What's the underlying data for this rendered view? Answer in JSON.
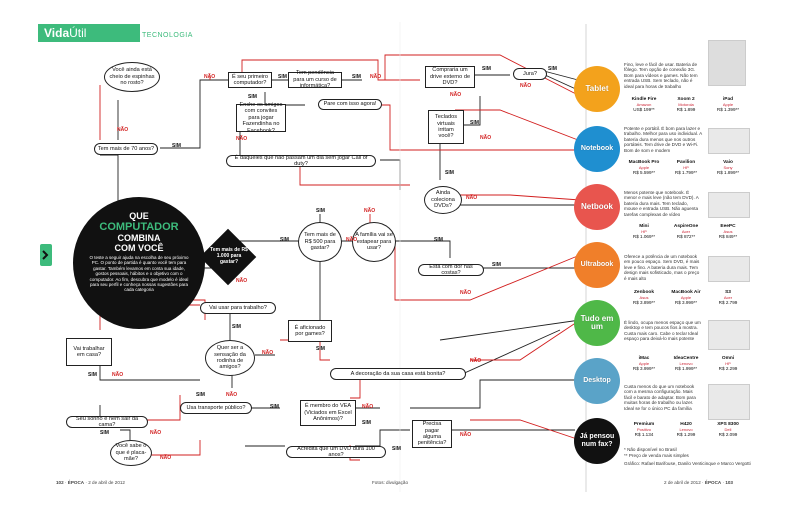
{
  "header": {
    "section": "VidaÚtil",
    "section_bold": "Vida",
    "section_light": "Útil",
    "category": "TECNOLOGIA"
  },
  "intro": {
    "title_1": "QUE",
    "title_2": "COMPUTADOR",
    "title_3": "COMBINA",
    "title_4": "COM VOCÊ",
    "body": "O teste a seguir ajuda na escolha de seu próximo PC. O ponto de partida é quanto você tem para gastar. Também levamos em conta sua idade, gostos pessoais, hábitos e o objetivo com o computador. Ao fim, descubra que modelo é ideal para seu perfil e conheça nossas sugestões para cada categoria"
  },
  "questions": {
    "q_budget": "Tem mais de R$ 1.000 para gastar?",
    "q_spots": "Você ainda está cheio de espinhas no rosto?",
    "q_70": "Tem mais de 70 anos?",
    "q_first": "É seu primeiro computador?",
    "q_course": "Tem pendência para um curso de informática?",
    "q_tired": "Pare com isso agora!",
    "q_farmville": "Enche os amigos com convites para jogar Fazendinha no Facebook?",
    "q_callofduty": "É daqueles que não passam um dia sem jogar Call of duty?",
    "q_drive": "Compraria um drive externo de DVD?",
    "q_sure": "Jura?",
    "q_keyboard": "Teclados virtuais irritam você?",
    "q_dvdcollect": "Ainda coleciona DVDs?",
    "q_500": "Tem mais de R$ 500 para gastar?",
    "q_family": "A família vai se estapear para usar?",
    "q_back": "Está com dor nas costas?",
    "q_work": "Vai usar para trabalho?",
    "q_games": "É aficionado por games?",
    "q_home": "Vai trabalhar em casa?",
    "q_rodinha": "Quer ser a sensação da rodinha de amigos?",
    "q_decor": "A decoração da sua casa está bonita?",
    "q_transport": "Usa transporte público?",
    "q_vea": "É membro do VEA (Viciados em Excel Anônimos)?",
    "q_dream": "Seu sonho é nem sair da cama?",
    "q_penitence": "Precisa pagar alguma penitência?",
    "q_placa": "Você sabe o que é placa-mãe?",
    "q_dvd100": "Acredita que um DVD dura 100 anos?"
  },
  "labels": {
    "yes": "SIM",
    "no": "NÃO"
  },
  "results": [
    {
      "name": "Tablet",
      "color": "#f3a21c"
    },
    {
      "name": "Notebook",
      "color": "#1f8fd0"
    },
    {
      "name": "Netbook",
      "color": "#e8554e"
    },
    {
      "name": "Ultrabook",
      "color": "#f07f2a"
    },
    {
      "name": "Tudo em um",
      "color": "#4fb848"
    },
    {
      "name": "Desktop",
      "color": "#5aa3c8"
    },
    {
      "name": "Já pensou num fax?",
      "color": "#111111"
    }
  ],
  "products": [
    {
      "desc": "Fino, leve e fácil de usar. Bateria de fôlego. Tem opção de conexão 3G. Bom para vídeos e games. Não tem entrada USB. Sem teclado, não é ideal para horas de trabalho",
      "items": [
        {
          "name": "Kindle Fire",
          "brand": "Amazon",
          "price": "US$ 199**"
        },
        {
          "name": "Xoom 2",
          "brand": "Motorola",
          "price": "R$ 1.899"
        },
        {
          "name": "iPad",
          "brand": "Apple",
          "price": "R$ 1.399**"
        }
      ]
    },
    {
      "desc": "Potente e portátil. É bom para lazer e trabalho. Melhor para uso individual. A bateria dura menos que nos outros portáteis. Tem drive de DVD e Wi-Fi. Bom de som e modem",
      "items": [
        {
          "name": "MacBook Pro",
          "brand": "Apple",
          "price": "R$ 5.599**"
        },
        {
          "name": "Pavilion",
          "brand": "HP",
          "price": "R$ 1.799**"
        },
        {
          "name": "Vaio",
          "brand": "Sony",
          "price": "R$ 1.899**"
        }
      ]
    },
    {
      "desc": "Menos potente que notebook. É menor e mais leve (não tem DVD). A bateria dura mais. Tem teclado, mouse e entrada USB. Não aguenta tarefas complexas de vídeo",
      "items": [
        {
          "name": "Mini",
          "brand": "HP",
          "price": "R$ 1.069**"
        },
        {
          "name": "AspireOne",
          "brand": "Acer",
          "price": "R$ 872**"
        },
        {
          "name": "EeePC",
          "brand": "Asus",
          "price": "R$ 849**"
        }
      ]
    },
    {
      "desc": "Oferece a potência de um notebook em pouco espaço. Sem DVD, é mais leve e fino. A bateria dura mais. Tem design mais sofisticado, mas o preço é mais alto",
      "items": [
        {
          "name": "Zenbook",
          "brand": "Asus",
          "price": "R$ 3.899**"
        },
        {
          "name": "MacBook Air",
          "brand": "Apple",
          "price": "R$ 3.999**"
        },
        {
          "name": "S3",
          "brand": "Acer",
          "price": "R$ 2.799"
        }
      ]
    },
    {
      "desc": "É lindo, ocupa menos espaço que um desktop e tem poucos fios à mostra. Custa mais caro. Cabe o tecla! Ideal espaço para deixá-lo mais potente",
      "items": [
        {
          "name": "iMac",
          "brand": "Apple",
          "price": "R$ 3.999**"
        },
        {
          "name": "IdeaCentre",
          "brand": "Lenovo",
          "price": "R$ 1.999**"
        },
        {
          "name": "Omni",
          "brand": "HP",
          "price": "R$ 2.299"
        }
      ]
    },
    {
      "desc": "Custa menos do que um notebook com a mesma configuração. Mais fácil e barato de adaptar. Bom para muitas horas de trabalho ou lazer. Ideal se for o único PC da família",
      "items": [
        {
          "name": "Premium",
          "brand": "Positivo",
          "price": "R$ 1.134"
        },
        {
          "name": "H420",
          "brand": "Lenovo",
          "price": "R$ 1.299"
        },
        {
          "name": "XPS 8300",
          "brand": "Dell",
          "price": "R$ 2.099"
        }
      ]
    }
  ],
  "notes": {
    "n1": "* Não disponível no Brasil",
    "n2": "** Preço de venda mais simples"
  },
  "credits": "Gráfico: Rafael Barifouse, Danilo Venticinque e Marco Vergotti",
  "footer": {
    "page_left": "102",
    "mag_left": "ÉPOCA",
    "date_left": "2 de abril de 2012",
    "photo_credit": "Fotos: divulgação",
    "date_right": "2 de abril de 2012",
    "mag_right": "ÉPOCA",
    "page_right": "103"
  },
  "colors": {
    "accent_green": "#3dbb7c",
    "line_red": "#d21f1f",
    "line_black": "#222222"
  }
}
